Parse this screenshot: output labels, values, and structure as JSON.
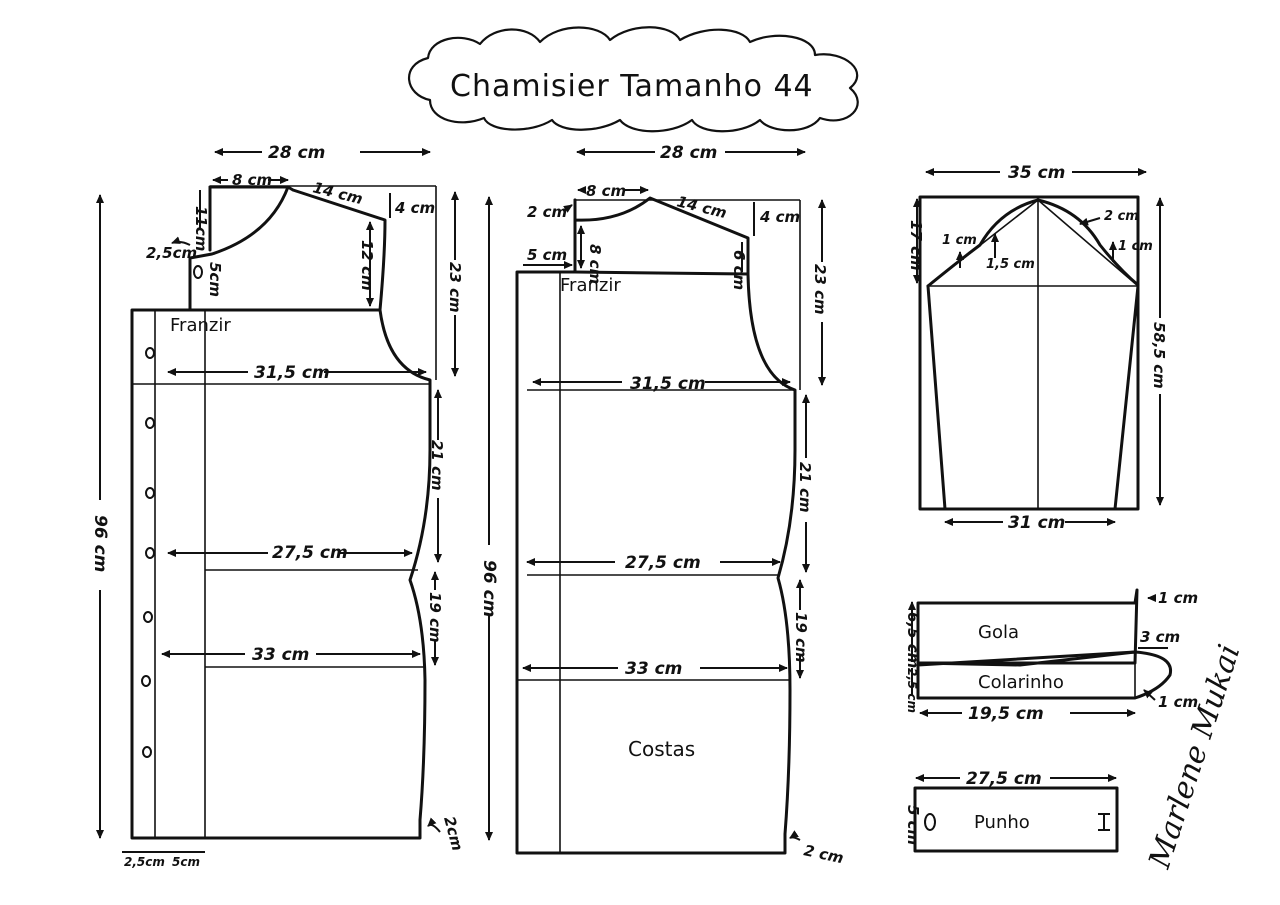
{
  "title": "Chamisier Tamanho 44",
  "front": {
    "width_top": "28 cm",
    "neck_w": "8 cm",
    "shoulder": "14 cm",
    "shoulder_drop": "4 cm",
    "neck_drop": "11cm",
    "placket_ext": "2,5cm",
    "placket_h": "5cm",
    "armhole": "12 cm",
    "yoke_h": "23 cm",
    "gather": "Franzir",
    "bust": "31,5 cm",
    "bust_to_waist": "21 cm",
    "waist": "27,5 cm",
    "waist_to_hip": "19 cm",
    "hip": "33 cm",
    "length": "96 cm",
    "hem_curve": "2cm",
    "btm_placket": "2,5cm",
    "btm_facing": "5cm"
  },
  "back": {
    "width_top": "28 cm",
    "neck_w": "8 cm",
    "neck_drop": "2 cm",
    "shoulder": "14 cm",
    "shoulder_drop": "4 cm",
    "fold": "5 cm",
    "yoke_left": "8 cm",
    "yoke_right": "6 cm",
    "gather": "Franzir",
    "yoke_h": "23 cm",
    "bust": "31,5 cm",
    "bust_to_waist": "21 cm",
    "waist": "27,5 cm",
    "waist_to_hip": "19 cm",
    "hip": "33 cm",
    "name": "Costas",
    "length": "96 cm",
    "hem_curve": "2 cm"
  },
  "sleeve": {
    "width_top": "35 cm",
    "cap_h": "17 cm",
    "cap_1": "1 cm",
    "cap_15": "1,5 cm",
    "cap_2": "2 cm",
    "cap_1r": "1 cm",
    "length": "58,5 cm",
    "cuff_w": "31 cm"
  },
  "collar": {
    "gola_h": "6,5 cm",
    "gola": "Gola",
    "gola_rise": "1 cm",
    "gola_pt": "3 cm",
    "colarinho_h": "2,5 cm",
    "colarinho": "Colarinho",
    "colarinho_rise": "1 cm",
    "width": "19,5 cm"
  },
  "cuff": {
    "width": "27,5 cm",
    "height": "5 cm",
    "name": "Punho"
  },
  "signature": "Marlene Mukai"
}
